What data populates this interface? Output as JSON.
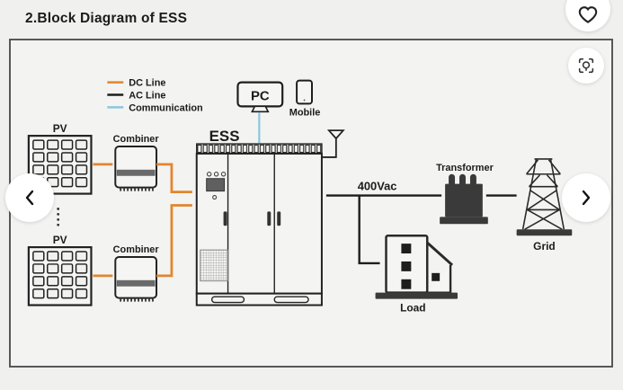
{
  "page": {
    "title_number": "2.",
    "title_text": "Block Diagram of ESS"
  },
  "gallery": {
    "favorite_icon": "heart-outline",
    "image_search_icon": "magnifier-in-frame",
    "prev_icon": "chevron-left",
    "next_icon": "chevron-right"
  },
  "diagram": {
    "legend": [
      {
        "label": "DC Line",
        "color": "#E2852E"
      },
      {
        "label": "AC Line",
        "color": "#1D1D1B"
      },
      {
        "label": "Communication",
        "color": "#8AC6DD"
      }
    ],
    "nodes": {
      "pv": "PV",
      "combiner": "Combiner",
      "ess": "ESS",
      "pc": "PC",
      "mobile": "Mobile",
      "transformer": "Transformer",
      "grid": "Grid",
      "load": "Load"
    },
    "labels": {
      "ac_voltage": "400Vac"
    }
  },
  "colors": {
    "bg": "#F0F0EE",
    "frame-border": "#58585A",
    "dc": "#E2852E",
    "ac": "#1D1D1B",
    "comm": "#8AC6DD",
    "dark": "#3A3A3A",
    "ink": "#1E1E1E"
  }
}
